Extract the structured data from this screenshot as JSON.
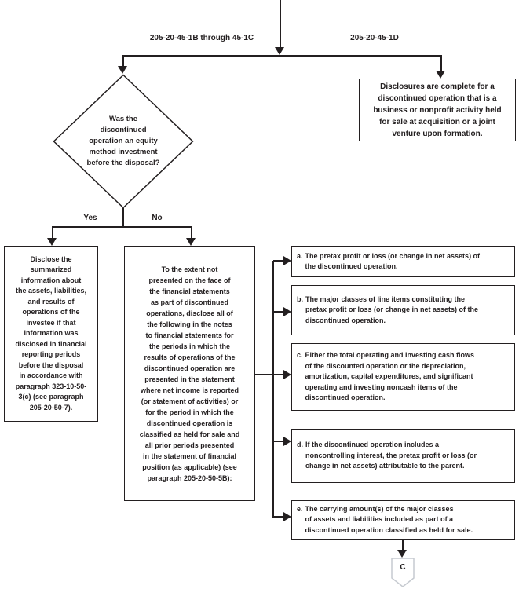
{
  "top": {
    "left_branch_label": "205-20-45-1B through 45-1C",
    "right_branch_label": "205-20-45-1D"
  },
  "decision": {
    "question": "Was the\ndiscontinued\noperation an equity\nmethod investment\nbefore the disposal?",
    "yes_label": "Yes",
    "no_label": "No"
  },
  "boxes": {
    "complete_disclosures": "Disclosures are complete for a\ndiscontinued operation that is a\nbusiness or nonprofit activity held\nfor sale at acquisition or a joint\nventure upon formation.",
    "yes_outcome": "Disclose the\nsummarized\ninformation about\nthe assets, liabilities,\nand results of\noperations of the\ninvestee if that\ninformation was\ndisclosed in financial\nreporting periods\nbefore the disposal\nin accordance with\nparagraph 323-10-50-\n3(c) (see paragraph\n205-20-50-7).",
    "no_outcome": "To the extent not\npresented on the face of\nthe financial statements\nas part of discontinued\noperations, disclose all of\nthe following in the notes\nto financial statements for\nthe periods in which the\nresults of operations of the\ndiscontinued operation are\npresented in the statement\nwhere net income is reported\n(or statement of activities) or\nfor the period in which the\ndiscontinued operation is\nclassified as held for sale and\nall prior periods presented\nin the statement of financial\nposition (as applicable) (see\nparagraph 205-20-50-5B):"
  },
  "disclosure_items": [
    {
      "letter": "a.",
      "text": "The pretax profit or loss (or change in net assets) of\nthe discontinued operation."
    },
    {
      "letter": "b.",
      "text": "The major classes of line items constituting the\npretax profit or loss (or change in net assets) of the\ndiscontinued operation."
    },
    {
      "letter": "c.",
      "text": "Either the total operating and investing cash flows\nof the discounted operation or the depreciation,\namortization, capital expenditures, and significant\noperating and investing noncash items of the\ndiscontinued operation."
    },
    {
      "letter": "d.",
      "text": "If the discontinued operation includes a\nnoncontrolling interest, the pretax profit or loss (or\nchange in net assets) attributable to the parent."
    },
    {
      "letter": "e.",
      "text": "The carrying amount(s) of the major classes\nof assets and liabilities included as part of a\ndiscontinued operation classified as held for sale."
    }
  ],
  "offpage_connector": {
    "label": "C"
  },
  "colors": {
    "line": "#231f20",
    "text": "#231f20",
    "connector_border": "#c6cad0"
  }
}
